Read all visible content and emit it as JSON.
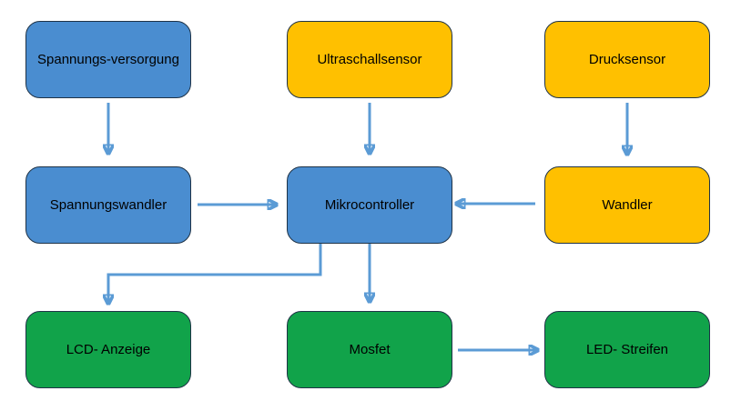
{
  "diagram": {
    "background": "#FFFFFF",
    "colors": {
      "power_blue_fill": "#4A8DD0",
      "sensor_yellow_fill": "#FFC000",
      "output_green_fill": "#11A34A",
      "arrow_blue": "#5B9BD5",
      "node_border": "#1F3347",
      "text": "#000000"
    },
    "nodes": [
      {
        "id": "spannungsversorgung",
        "label": "Spannungs-versorgung",
        "color": "#4A8DD0"
      },
      {
        "id": "ultraschallsensor",
        "label": "Ultraschallsensor",
        "color": "#FFC000"
      },
      {
        "id": "drucksensor",
        "label": "Drucksensor",
        "color": "#FFC000"
      },
      {
        "id": "spannungswandler",
        "label": "Spannungswandler",
        "color": "#4A8DD0"
      },
      {
        "id": "mikrocontroller",
        "label": "Mikrocontroller",
        "color": "#4A8DD0"
      },
      {
        "id": "wandler",
        "label": "Wandler",
        "color": "#FFC000"
      },
      {
        "id": "lcd_anzeige",
        "label": "LCD- Anzeige",
        "color": "#11A34A"
      },
      {
        "id": "mosfet",
        "label": "Mosfet",
        "color": "#11A34A"
      },
      {
        "id": "led_streifen",
        "label": "LED- Streifen",
        "color": "#11A34A"
      }
    ],
    "edges": [
      {
        "from": "Spannungs-versorgung",
        "to": "Spannungswandler",
        "direction": "down"
      },
      {
        "from": "Ultraschallsensor",
        "to": "Mikrocontroller",
        "direction": "down"
      },
      {
        "from": "Drucksensor",
        "to": "Wandler",
        "direction": "down"
      },
      {
        "from": "Spannungswandler",
        "to": "Mikrocontroller",
        "direction": "right"
      },
      {
        "from": "Wandler",
        "to": "Mikrocontroller",
        "direction": "left"
      },
      {
        "from": "Mikrocontroller",
        "to": "LCD- Anzeige",
        "direction": "down-left-elbow"
      },
      {
        "from": "Mikrocontroller",
        "to": "Mosfet",
        "direction": "down"
      },
      {
        "from": "Mosfet",
        "to": "LED- Streifen",
        "direction": "right"
      }
    ]
  }
}
